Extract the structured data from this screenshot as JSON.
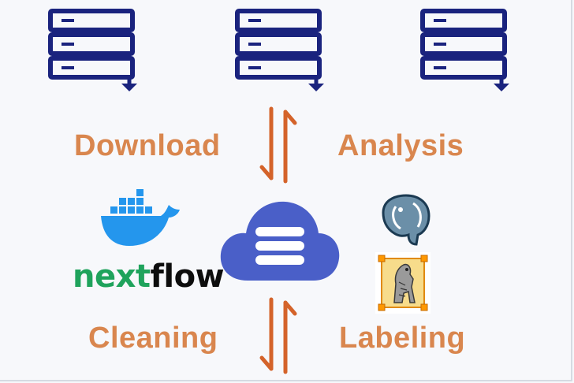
{
  "labels": {
    "download": "Download",
    "analysis": "Analysis",
    "cleaning": "Cleaning",
    "labeling": "Labeling"
  },
  "nextflow": {
    "part1": "next",
    "part2": "flow"
  },
  "colors": {
    "server": "#1a237e",
    "label": "#d9864e",
    "arrow": "#d4632a",
    "cloud": "#4a5fc8",
    "docker": "#2496ed",
    "nextflow_green": "#1fa35c",
    "postgres": "#336791"
  },
  "icons": {
    "server_left": "database-server-icon",
    "server_middle": "database-server-icon",
    "server_right": "database-server-icon",
    "cloud": "cloud-database-icon",
    "docker": "docker-logo",
    "postgres": "postgresql-logo",
    "labelimg": "labelimg-logo"
  }
}
